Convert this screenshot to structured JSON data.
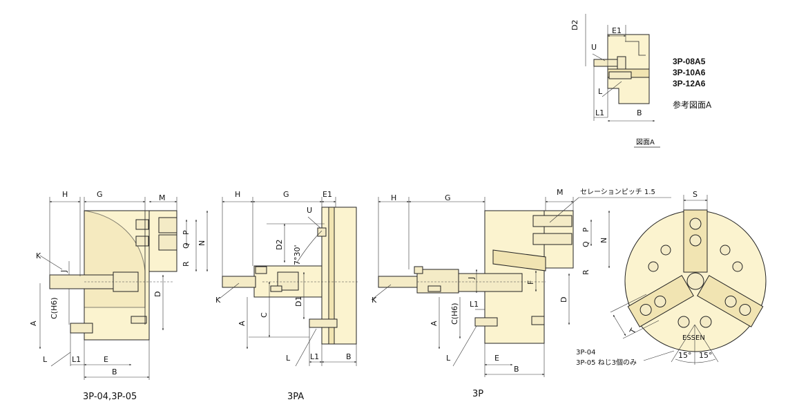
{
  "detail_a": {
    "labels": [
      "D2",
      "E1",
      "U",
      "L",
      "L1",
      "B"
    ],
    "models": [
      "3P-08A5",
      "3P-10A6",
      "3P-12A6"
    ],
    "ref_note": "参考図面A",
    "caption": "図面A"
  },
  "view_3p04": {
    "labels": [
      "H",
      "G",
      "M",
      "K",
      "J",
      "C(H6)",
      "A",
      "P",
      "Q",
      "N",
      "R",
      "D",
      "L",
      "L1",
      "E",
      "B"
    ],
    "caption": "3P-04,3P-05"
  },
  "view_3pa": {
    "labels": [
      "H",
      "G",
      "E1",
      "U",
      "D2",
      "7°30'",
      "K",
      "C",
      "A",
      "D1",
      "L",
      "L1",
      "B"
    ],
    "caption": "3PA"
  },
  "view_3p": {
    "labels": [
      "H",
      "G",
      "M",
      "K",
      "J",
      "F",
      "C(H6)",
      "A",
      "L1",
      "L",
      "E",
      "B",
      "P",
      "Q",
      "N",
      "R",
      "D"
    ],
    "serration_note": "セレーションピッチ 1.5",
    "caption": "3P"
  },
  "front_view": {
    "labels": [
      "S",
      "T"
    ],
    "angles": [
      "15°",
      "15°"
    ],
    "note_line1": "3P-04",
    "note_line2": "3P-05 ねじ3個のみ"
  },
  "colors": {
    "body_fill": "#fbf3cf",
    "body_fill_dark": "#f1e4b2",
    "line": "#222222"
  }
}
